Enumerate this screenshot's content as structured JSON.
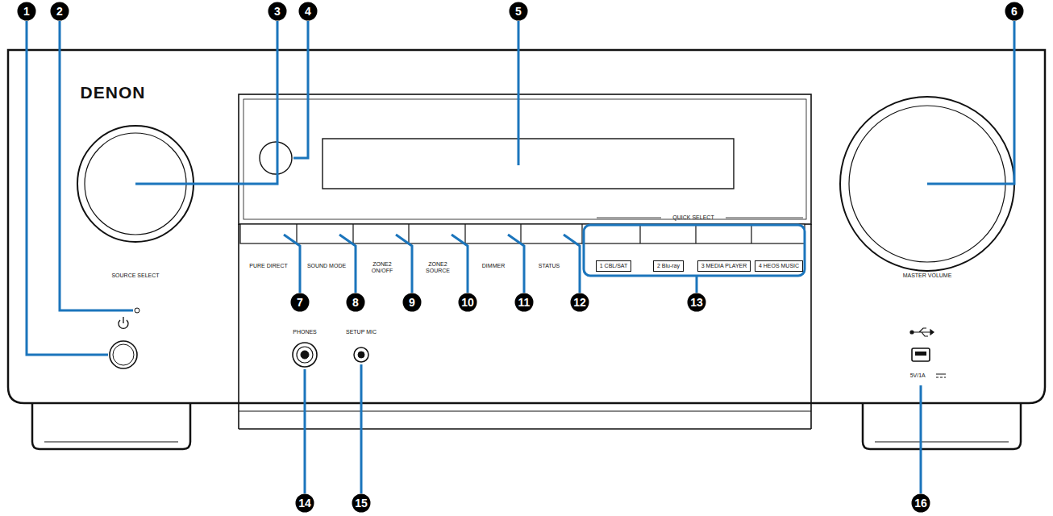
{
  "diagram": {
    "nodes": [
      {
        "text": [
          "1 CBL/SAT"
        ]
      },
      {
        "text": [
          "2 Blu-ray"
        ]
      },
      {
        "text": [
          "3 MEDIA PLAYER"
        ]
      },
      {
        "text": [
          "4 HEOS MUSIC"
        ]
      }
    ],
    "labels": [
      "1",
      "2",
      "3",
      "4",
      "5",
      "6",
      "DENON",
      "SOURCE SELECT",
      "QUICK SELECT",
      "PURE DIRECT",
      "SOUND MODE",
      "ZONE2 ON/OFF",
      "ZONE2 SOURCE",
      "DIMMER",
      "STATUS",
      "MASTER VOLUME",
      "7",
      "8",
      "9",
      "10",
      "11",
      "12",
      "13",
      "PHONES",
      "SETUP MIC",
      "5V/1A",
      "14",
      "15",
      "16"
    ]
  }
}
